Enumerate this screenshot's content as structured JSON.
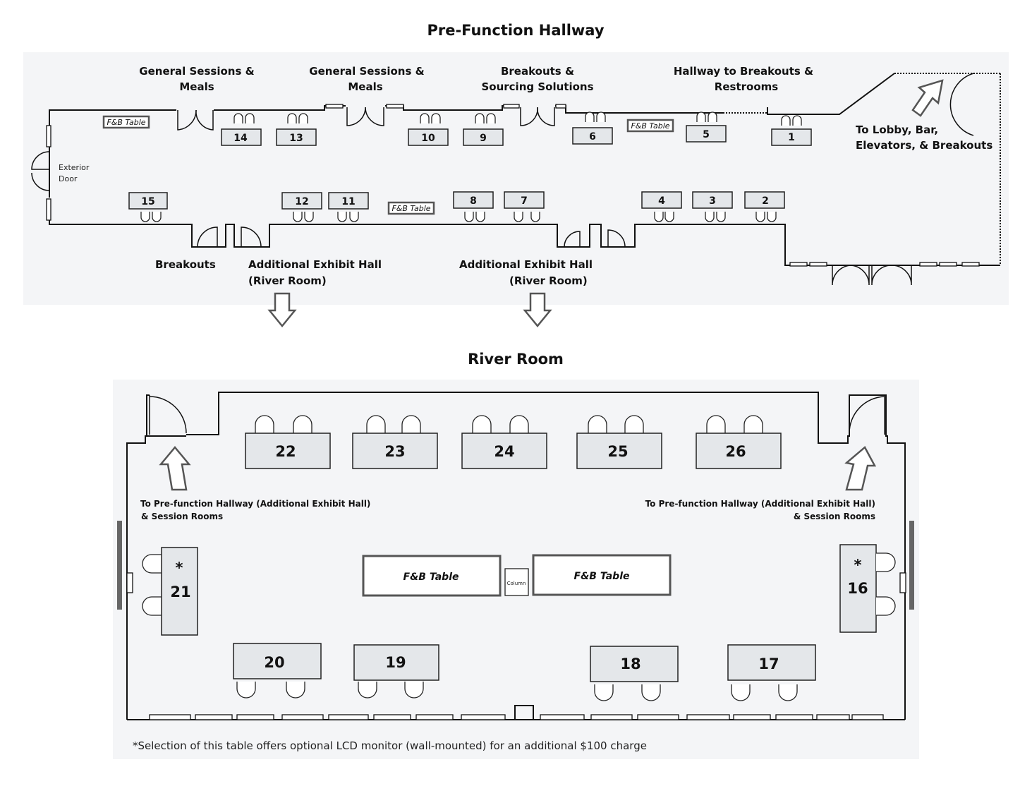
{
  "hallway": {
    "title": "Pre-Function Hallway",
    "labels": {
      "gen_sessions_1_l1": "General Sessions &",
      "gen_sessions_1_l2": "Meals",
      "gen_sessions_2_l1": "General Sessions &",
      "gen_sessions_2_l2": "Meals",
      "breakouts_sourcing_l1": "Breakouts &",
      "breakouts_sourcing_l2": "Sourcing Solutions",
      "hallway_breakouts_l1": "Hallway to Breakouts &",
      "hallway_breakouts_l2": "Restrooms",
      "lobby_l1": "To Lobby, Bar,",
      "lobby_l2": "Elevators, & Breakouts",
      "exterior_l1": "Exterior",
      "exterior_l2": "Door",
      "breakouts": "Breakouts",
      "additional_1_l1": "Additional Exhibit Hall",
      "additional_1_l2": "(River Room)",
      "additional_2_l1": "Additional Exhibit Hall",
      "additional_2_l2": "(River Room)"
    },
    "fb_label": "F&B Table",
    "tables": [
      "14",
      "13",
      "10",
      "9",
      "6",
      "5",
      "1",
      "15",
      "12",
      "11",
      "8",
      "7",
      "4",
      "3",
      "2"
    ]
  },
  "river": {
    "title": "River Room",
    "tables": [
      "22",
      "23",
      "24",
      "25",
      "26",
      "21",
      "16",
      "20",
      "19",
      "18",
      "17"
    ],
    "asterisk": "*",
    "fb_label": "F&B Table",
    "column_label": "Column",
    "exit_left_l1": "To Pre-function Hallway (Additional Exhibit Hall)",
    "exit_left_l2": "& Session Rooms",
    "exit_right_l1": "To Pre-function Hallway (Additional Exhibit Hall)",
    "exit_right_l2": "& Session Rooms",
    "footnote": "*Selection of this table offers optional LCD monitor (wall-mounted) for an additional $100 charge"
  }
}
